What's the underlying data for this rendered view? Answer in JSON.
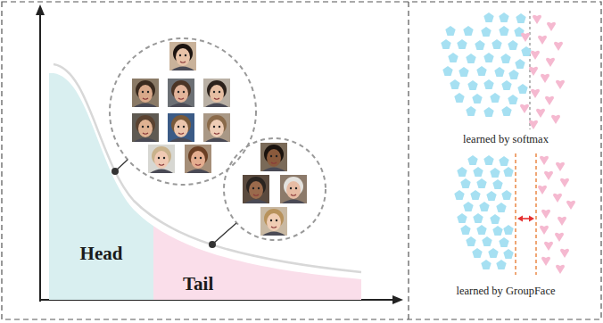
{
  "diagram": {
    "nodes": [
      {
        "text": [
          "Head"
        ]
      },
      {
        "text": [
          "Tail"
        ]
      }
    ],
    "labels": [
      "learned by softmax",
      "learned by GroupFace"
    ]
  }
}
